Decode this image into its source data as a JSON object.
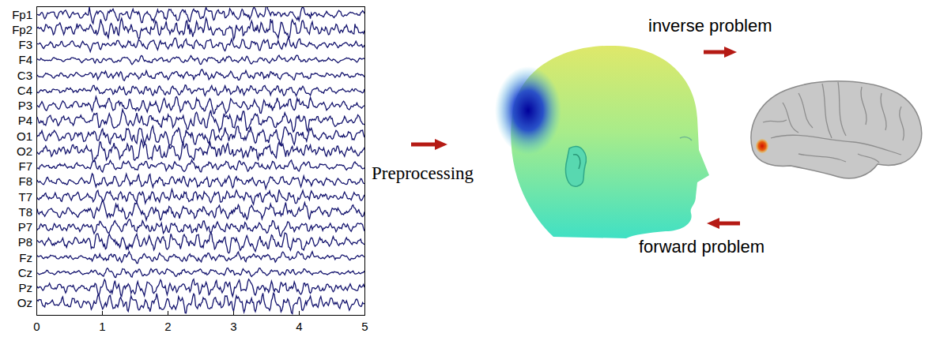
{
  "diagram": {
    "labels": [
      "Fp1",
      "Fp2",
      "F3",
      "F4",
      "C3",
      "C4",
      "P3",
      "P4",
      "O1",
      "O2",
      "F7",
      "F8",
      "T7",
      "T8",
      "P7",
      "P8",
      "Fz",
      "Cz",
      "Pz",
      "Oz",
      "0",
      "1",
      "2",
      "3",
      "4",
      "5",
      "Preprocessing",
      "inverse problem",
      "forward problem"
    ]
  }
}
